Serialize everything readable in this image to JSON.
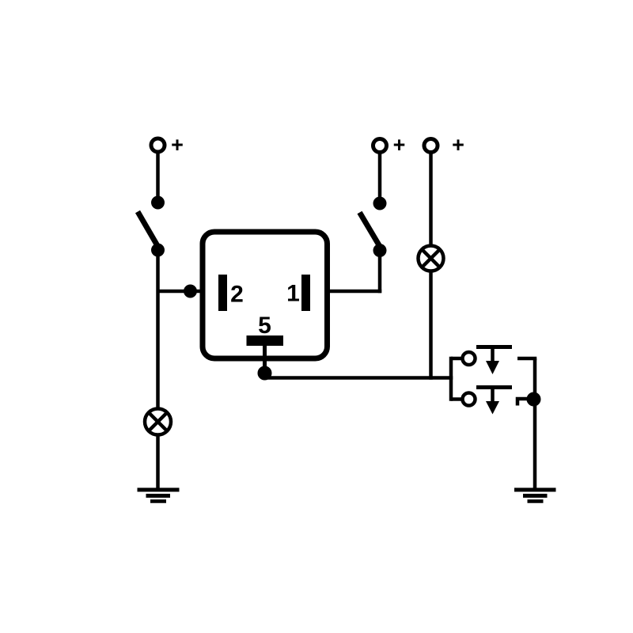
{
  "page": {
    "background_color": "#ffffff",
    "line_color": "#000000",
    "kind": "relay-flasher-wiring-schematic"
  },
  "diagram": {
    "relay": {
      "pin_left": "2",
      "pin_right": "1",
      "pin_bottom": "5"
    },
    "power_terminals": [
      {
        "label": "+"
      },
      {
        "label": "+"
      },
      {
        "label": "+"
      }
    ],
    "icons": [
      {
        "name": "power-terminal-icon",
        "glyph": "open circle"
      },
      {
        "name": "switch-blade-icon",
        "glyph": "angled line between dots"
      },
      {
        "name": "lamp-icon",
        "glyph": "circle with X"
      },
      {
        "name": "pushbutton-icon",
        "glyph": "contact bar with down arrow"
      },
      {
        "name": "ground-icon",
        "glyph": "three stacked bars"
      },
      {
        "name": "junction-dot",
        "glyph": "filled circle"
      }
    ]
  }
}
